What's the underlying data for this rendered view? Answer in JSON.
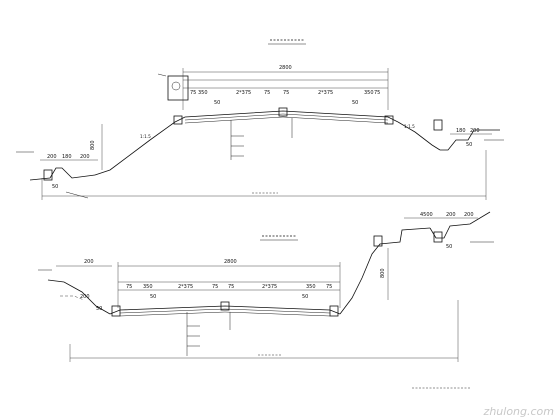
{
  "watermark": "zhulong.com",
  "section_top": {
    "total_width": "2800",
    "dims_row": [
      "350",
      "2*375",
      "75",
      "75",
      "2*375",
      "350"
    ],
    "lane_50_left": "50",
    "lane_50_right": "50",
    "edge_75_left": "75",
    "edge_75_right": "75",
    "slope_height": "800",
    "slope_left": "1:1.5",
    "slope_right": "1:1.5",
    "ditch_left": [
      "200",
      "180",
      "200"
    ],
    "ditch_left_bottom": "50",
    "ditch_right": [
      "180",
      "200"
    ],
    "ditch_right_bottom": "50"
  },
  "section_bottom": {
    "total_width": "2800",
    "dims_row": [
      "350",
      "2*375",
      "75",
      "75",
      "2*375",
      "350"
    ],
    "lane_50_left": "50",
    "lane_50_right": "50",
    "edge_75_left": "75",
    "edge_75_right": "75",
    "left_200_top": "200",
    "left_200_bot": "200",
    "left_50": "50",
    "right_height": "800",
    "right_top_dims": [
      "4500",
      "200",
      "200"
    ],
    "right_50": "50"
  }
}
